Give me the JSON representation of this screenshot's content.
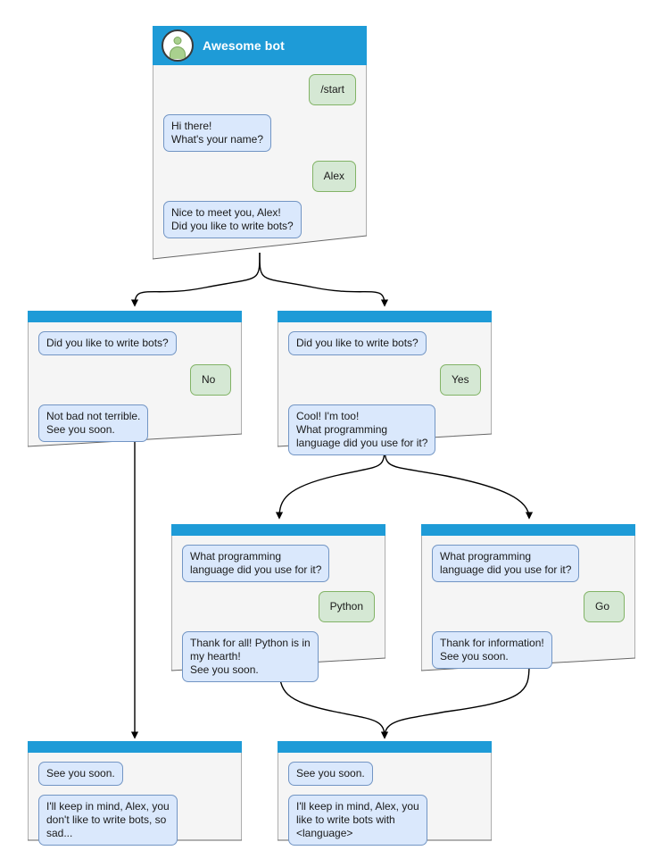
{
  "diagram": {
    "title": "Awesome bot conversation flow",
    "type": "flowchart",
    "colors": {
      "header_bar": "#1e9bd7",
      "window_body": "#f5f5f5",
      "window_border": "#666666",
      "bot_bubble_fill": "#dae8fc",
      "bot_bubble_border": "#7295c4",
      "user_bubble_fill": "#d5e8d4",
      "user_bubble_border": "#82b366",
      "avatar_figure": "#a9d08e",
      "edge_stroke": "#000000"
    }
  },
  "nodes": {
    "root": {
      "id": "root",
      "header": {
        "title": "Awesome bot",
        "avatar_icon": "user-avatar-icon"
      },
      "messages": [
        {
          "from": "user",
          "text": "/start"
        },
        {
          "from": "bot",
          "text": "Hi there!\nWhat's your name?"
        },
        {
          "from": "user",
          "text": "Alex"
        },
        {
          "from": "bot",
          "text": "Nice to meet you, Alex!\nDid you like to write bots?"
        }
      ]
    },
    "no_branch": {
      "id": "no_branch",
      "header": {
        "title": ""
      },
      "messages": [
        {
          "from": "bot",
          "text": "Did you like to write bots?"
        },
        {
          "from": "user",
          "text": "No"
        },
        {
          "from": "bot",
          "text": "Not bad not terrible.\nSee you soon."
        }
      ]
    },
    "yes_branch": {
      "id": "yes_branch",
      "header": {
        "title": ""
      },
      "messages": [
        {
          "from": "bot",
          "text": "Did you like to write bots?"
        },
        {
          "from": "user",
          "text": "Yes"
        },
        {
          "from": "bot",
          "text": "Cool! I'm too!\nWhat programming\nlanguage did you use for it?"
        }
      ]
    },
    "python_branch": {
      "id": "python_branch",
      "header": {
        "title": ""
      },
      "messages": [
        {
          "from": "bot",
          "text": "What programming\nlanguage did you use for it?"
        },
        {
          "from": "user",
          "text": "Python"
        },
        {
          "from": "bot",
          "text": "Thank for all! Python is in\nmy hearth!\nSee you soon."
        }
      ]
    },
    "go_branch": {
      "id": "go_branch",
      "header": {
        "title": ""
      },
      "messages": [
        {
          "from": "bot",
          "text": "What programming\nlanguage did you use for it?"
        },
        {
          "from": "user",
          "text": "Go"
        },
        {
          "from": "bot",
          "text": "Thank for information!\nSee you soon."
        }
      ]
    },
    "end_sad": {
      "id": "end_sad",
      "header": {
        "title": ""
      },
      "messages": [
        {
          "from": "bot",
          "text": "See you soon."
        },
        {
          "from": "bot",
          "text": "I'll keep in mind, Alex, you\ndon't like to write bots, so\nsad..."
        }
      ]
    },
    "end_happy": {
      "id": "end_happy",
      "header": {
        "title": ""
      },
      "messages": [
        {
          "from": "bot",
          "text": "See you soon."
        },
        {
          "from": "bot",
          "text": "I'll keep in mind, Alex, you\nlike to write bots with\n<language>"
        }
      ]
    }
  }
}
